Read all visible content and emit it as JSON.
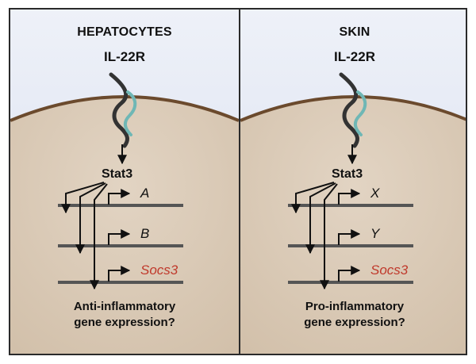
{
  "panels": [
    {
      "title": "HEPATOCYTES",
      "receptor": "IL-22R",
      "factor": "Stat3",
      "genes": [
        "A",
        "B",
        "Socs3"
      ],
      "caption_line1": "Anti-inflammatory",
      "caption_line2": "gene expression?"
    },
    {
      "title": "SKIN",
      "receptor": "IL-22R",
      "factor": "Stat3",
      "genes": [
        "X",
        "Y",
        "Socs3"
      ],
      "caption_line1": "Pro-inflammatory",
      "caption_line2": "gene expression?"
    }
  ],
  "colors": {
    "extracellular": "#dfe5f3",
    "cytoplasm": "#dccdbb",
    "membrane": "#6b4a2d",
    "receptor_chain_dark": "#333333",
    "receptor_chain_teal": "#6fb7b5",
    "socs3_label": "#c0392b",
    "dna_line": "#555555"
  }
}
